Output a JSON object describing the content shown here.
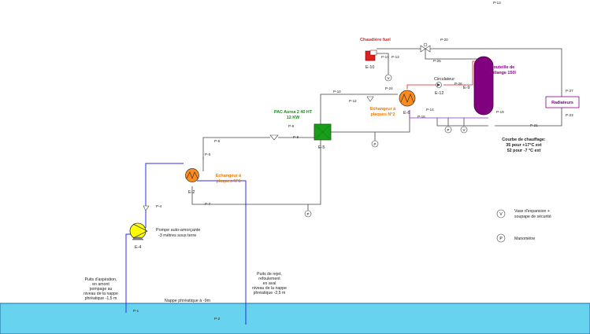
{
  "colors": {
    "water": "#67d3ee",
    "pipe": "#444444",
    "pipe_blue": "#2d2df0",
    "pipe_red": "#e02020",
    "pipe_purple": "#8a2be2",
    "pump_fill": "#ffff00",
    "exchanger_fill": "#ff8c1a",
    "pac_fill": "#1a9e1a",
    "tank_fill": "#800080",
    "label_orange": "#f07800",
    "label_green": "#1a8f1a",
    "label_red": "#e02020",
    "label_purple": "#8a008a"
  },
  "pipe_labels": {
    "p1": "P-1",
    "p2": "P-2",
    "p4": "P-4",
    "p5": "P-5",
    "p6": "P-6",
    "p7": "P-7",
    "p8": "P-8",
    "p9": "P-9",
    "p10": "P-10",
    "p12": "P-12",
    "p13": "P-13",
    "p14": "P-14",
    "p16": "P-16",
    "p17": "P-17",
    "p18": "P-13",
    "p19": "P-19",
    "p20": "P-20",
    "p21": "P-21",
    "p23": "P-23",
    "p24": "P-24",
    "p25": "P-25",
    "p26": "P-26",
    "p27": "P-27"
  },
  "equipment": {
    "e2": "E-2",
    "e4": "E-4",
    "e5": "E-5",
    "e6": "E-6",
    "e9": "E-9",
    "e10": "E-10",
    "e12": "E-12"
  },
  "labels": {
    "chaudiere": "Chaudière fuel",
    "circulateur": "Circulateur",
    "bouteille": [
      "Bouteille de",
      "mélange 150l"
    ],
    "radiateurs": "Radiateurs",
    "pac": [
      "PAC Aurea 2 40 HT",
      "12 KW"
    ],
    "echangeur2": [
      "Echangeur à",
      "plaques  N°2"
    ],
    "echangeur1": [
      "Echangeur à",
      "plaques  N°1"
    ],
    "pompe": [
      "Pompe  auto-amorçante",
      "-3 mètres sous terre"
    ],
    "courbe": [
      "Courbe de chauffage:",
      "35 pour +17°C ext",
      "52 pour -7 °C ext"
    ],
    "vase_symbol": "V",
    "vase": [
      "Vase d'expansion +",
      "soupape de sécurité"
    ],
    "manometre_symbol": "P",
    "manometre": "Manomètre",
    "puits_aspiration": [
      "Puits d'aspiration,",
      "en amont",
      "pompage au",
      "niveau de la nappe",
      "phréatique -1,5 m"
    ],
    "puits_rejet": [
      "Puits de rejet,",
      "refoulement",
      "en aval",
      "niveau de la nappe",
      "phréatique -2,5 m"
    ],
    "nappe": "Nappe phréatique à -9m"
  }
}
